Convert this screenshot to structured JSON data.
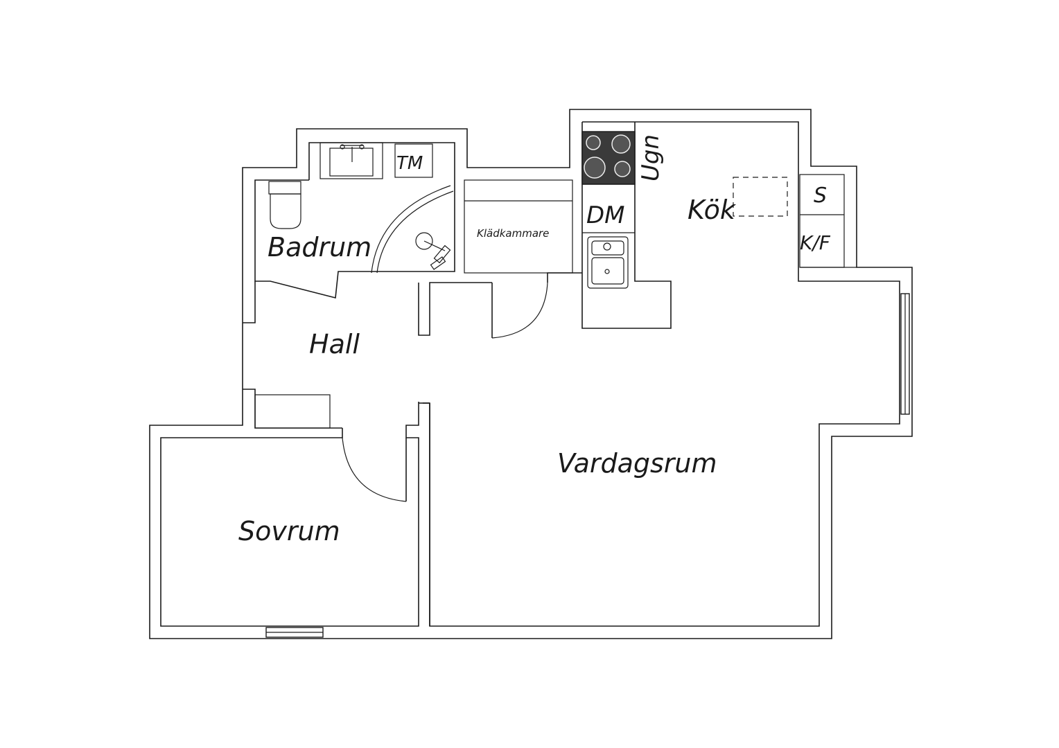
{
  "rooms": {
    "bathroom": "Badrum",
    "hall": "Hall",
    "closet": "Klädkammare",
    "kitchen": "Kök",
    "living_room": "Vardagsrum",
    "bedroom": "Sovrum"
  },
  "fixtures": {
    "washing_machine": "TM",
    "dishwasher": "DM",
    "oven": "Ugn",
    "freezer": "S",
    "fridge_freezer": "K/F"
  },
  "colors": {
    "walls": "#1a1a1a",
    "background": "#ffffff",
    "stove": "#3a3a3a"
  }
}
